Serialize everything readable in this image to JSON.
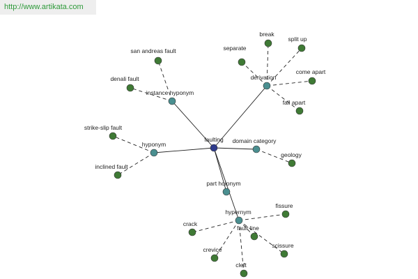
{
  "banner": {
    "url": "http://www.artikata.com"
  },
  "colors": {
    "center": "#2f3b8c",
    "relation": "#4a8f90",
    "leaf": "#3f7a35",
    "edge": "#222222",
    "banner_text": "#2e9a3a"
  },
  "graph": {
    "center": {
      "id": "faulting",
      "label": "faulting"
    },
    "relations": [
      {
        "id": "instance-hyponym",
        "label": "instance hyponym",
        "leaves": [
          "san andreas fault",
          "denali fault"
        ]
      },
      {
        "id": "derivation",
        "label": "derivation",
        "leaves": [
          "separate",
          "break",
          "split up",
          "come apart",
          "fall apart"
        ]
      },
      {
        "id": "hyponym",
        "label": "hyponym",
        "leaves": [
          "strike-slip fault",
          "inclined fault"
        ]
      },
      {
        "id": "domain-category",
        "label": "domain category",
        "leaves": [
          "geology"
        ]
      },
      {
        "id": "part-holonym",
        "label": "part holonym",
        "leaves": []
      },
      {
        "id": "hypernym",
        "label": "hypernym",
        "leaves": [
          "fissure",
          "crack",
          "fault line",
          "scissure",
          "crevice",
          "cleft"
        ]
      }
    ]
  }
}
